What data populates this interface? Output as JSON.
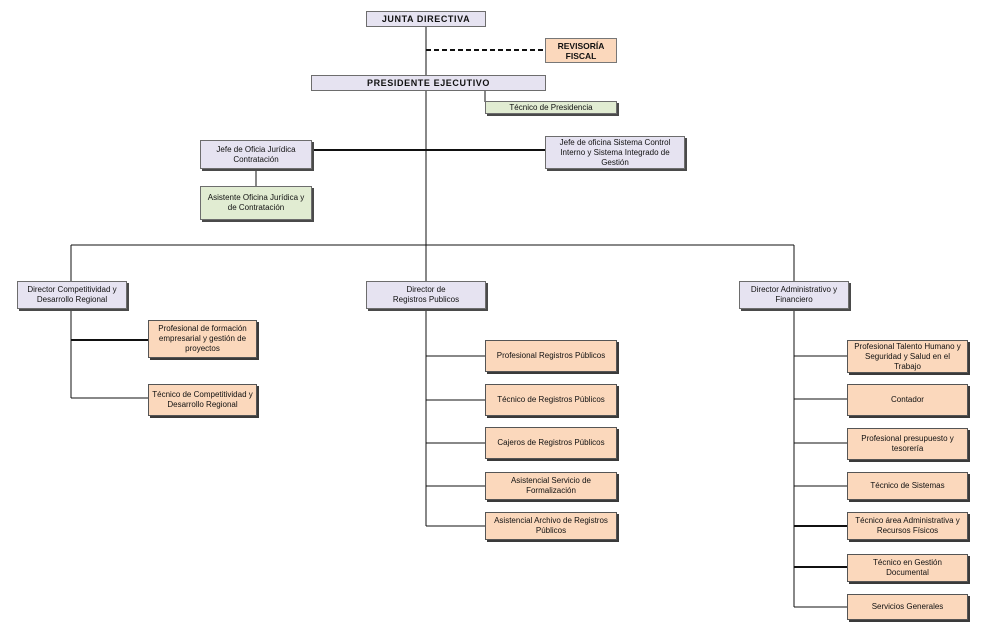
{
  "colors": {
    "purple": "#e6e3f1",
    "green": "#e1ecd2",
    "peach": "#fbd8bc",
    "line": "#111111"
  },
  "nodes": {
    "junta": "JUNTA DIRECTIVA",
    "revisoria": "REVISORÍA FISCAL",
    "presidente": "PRESIDENTE EJECUTIVO",
    "tecnico_presidencia": "Técnico de Presidencia",
    "jefe_juridica": "Jefe de Oficia Jurídica Contratación",
    "jefe_control": "Jefe de oficina Sistema Control Interno y Sistema Integrado de Gestión",
    "asistente_juridica": "Asistente Oficina Jurídica y de Contratación",
    "dir_competitividad": "Director Competitividad y Desarrollo Regional",
    "dir_registros": "Director de Registros Publicos",
    "dir_administrativo": "Director Administrativo y Financiero",
    "prof_formacion": "Profesional de formación empresarial y gestión de proyectos",
    "tec_competitividad": "Técnico de Competitividad y Desarrollo Regional",
    "prof_registros": "Profesional Registros Públicos",
    "tec_registros": "Técnico de Registros Públicos",
    "cajeros": "Cajeros de Registros Públicos",
    "asis_formalizacion": "Asistencial Servicio de Formalización",
    "asis_archivo": "Asistencial Archivo de Registros Públicos",
    "prof_talento": "Profesional Talento Humano y Seguridad y Salud en el Trabajo",
    "contador": "Contador",
    "prof_presupuesto": "Profesional presupuesto y tesorería",
    "tec_sistemas": "Técnico de Sistemas",
    "tec_area_admin": "Técnico área Administrativa y Recursos Físicos",
    "tec_gestion_doc": "Técnico en Gestión Documental",
    "servicios": "Servicios Generales"
  }
}
